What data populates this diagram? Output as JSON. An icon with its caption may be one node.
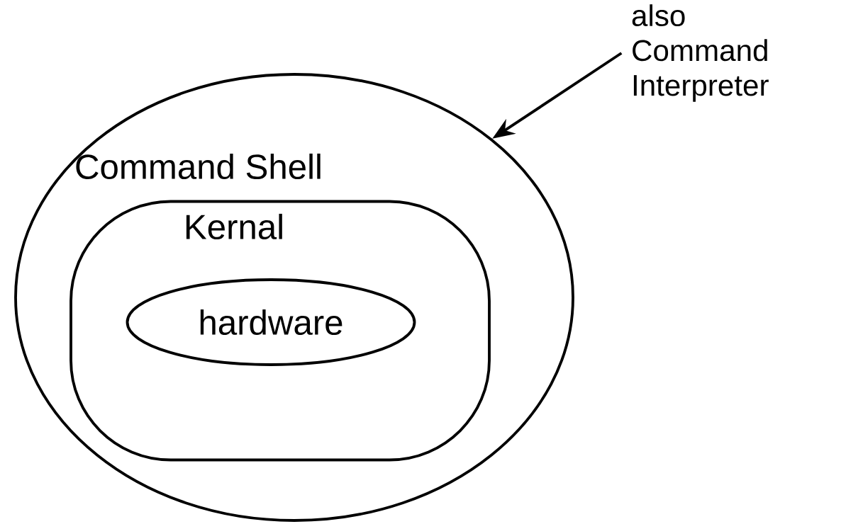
{
  "diagram": {
    "nodes": [
      {
        "text": [
          "Command Shell"
        ]
      },
      {
        "text": [
          "Kernal"
        ],
        "in": 0
      },
      {
        "text": [
          "hardware"
        ],
        "in": 1
      },
      {
        "text": [
          "also Command Interpreter"
        ]
      }
    ],
    "edges": [
      {
        "from": 3,
        "to": 0,
        "arrow": "to"
      }
    ]
  }
}
